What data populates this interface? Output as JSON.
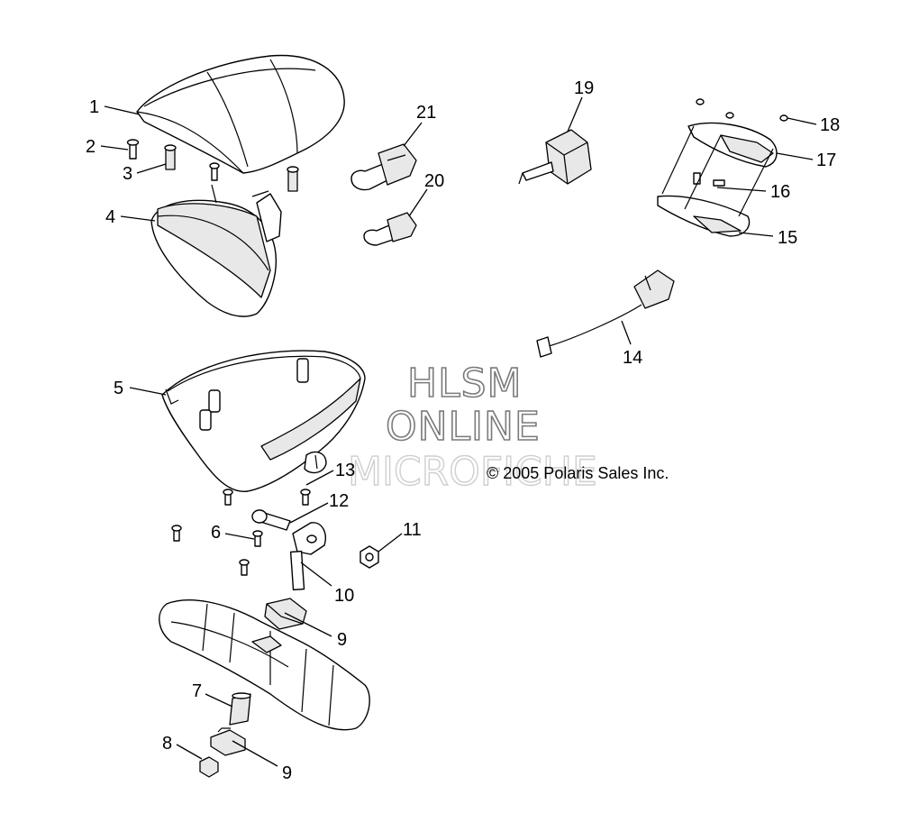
{
  "watermark": {
    "line1": "HLSM",
    "line2": "ONLINE",
    "line3": "MICROFICHE"
  },
  "copyright": "© 2005 Polaris Sales Inc.",
  "callouts": [
    {
      "id": "c1",
      "label": "1"
    },
    {
      "id": "c2",
      "label": "2"
    },
    {
      "id": "c3",
      "label": "3"
    },
    {
      "id": "c4",
      "label": "4"
    },
    {
      "id": "c5",
      "label": "5"
    },
    {
      "id": "c6",
      "label": "6"
    },
    {
      "id": "c7",
      "label": "7"
    },
    {
      "id": "c8",
      "label": "8"
    },
    {
      "id": "c9a",
      "label": "9"
    },
    {
      "id": "c9b",
      "label": "9"
    },
    {
      "id": "c10",
      "label": "10"
    },
    {
      "id": "c11",
      "label": "11"
    },
    {
      "id": "c12",
      "label": "12"
    },
    {
      "id": "c13",
      "label": "13"
    },
    {
      "id": "c14",
      "label": "14"
    },
    {
      "id": "c15",
      "label": "15"
    },
    {
      "id": "c16",
      "label": "16"
    },
    {
      "id": "c17",
      "label": "17"
    },
    {
      "id": "c18",
      "label": "18"
    },
    {
      "id": "c19",
      "label": "19"
    },
    {
      "id": "c20",
      "label": "20"
    },
    {
      "id": "c21",
      "label": "21"
    }
  ]
}
